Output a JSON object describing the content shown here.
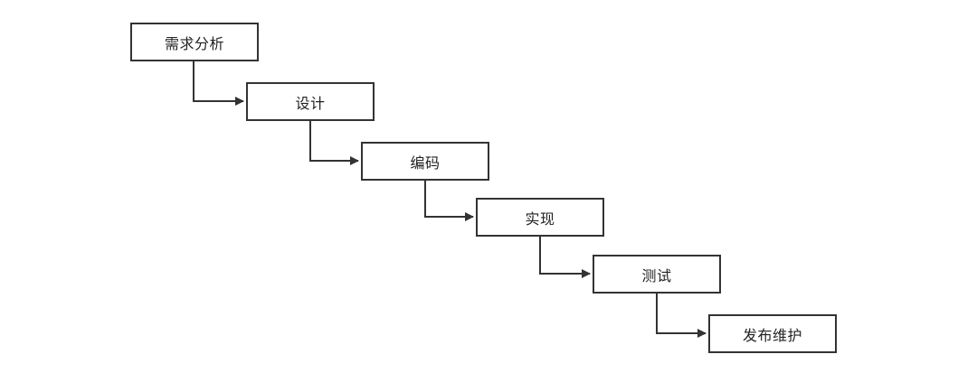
{
  "diagram": {
    "steps": [
      {
        "label": "需求分析"
      },
      {
        "label": "设计"
      },
      {
        "label": "编码"
      },
      {
        "label": "实现"
      },
      {
        "label": "测试"
      },
      {
        "label": "发布维护"
      }
    ],
    "edges": [
      {
        "from": "需求分析",
        "to": "设计"
      },
      {
        "from": "设计",
        "to": "编码"
      },
      {
        "from": "编码",
        "to": "实现"
      },
      {
        "from": "实现",
        "to": "测试"
      },
      {
        "from": "测试",
        "to": "发布维护"
      }
    ],
    "colors": {
      "stroke": "#333333",
      "text": "#222222",
      "background": "#ffffff"
    }
  }
}
